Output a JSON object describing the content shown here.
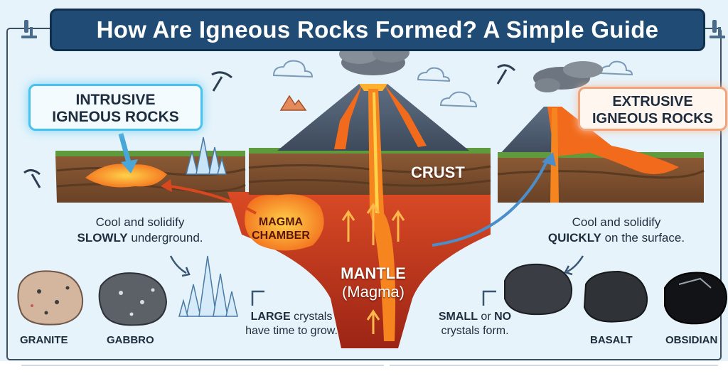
{
  "title": "How Are Igneous Rocks Formed? A Simple Guide",
  "intrusive": {
    "line1": "INTRUSIVE",
    "line2": "IGNEOUS ROCKS"
  },
  "extrusive": {
    "line1": "EXTRUSIVE",
    "line2": "IGNEOUS ROCKS"
  },
  "labels": {
    "crust": "CRUST",
    "magma_chamber_1": "MAGMA",
    "magma_chamber_2": "CHAMBER",
    "mantle_1": "MANTLE",
    "mantle_2": "(Magma)"
  },
  "left_note": {
    "line1": "Cool and solidify",
    "line2_bold": "SLOWLY",
    "line2_rest": " underground."
  },
  "right_note": {
    "line1": "Cool and solidify",
    "line2_bold": "QUICKLY",
    "line2_rest": " on the surface."
  },
  "large_crystals": {
    "bold": "LARGE",
    "rest1": " crystals",
    "line2": "have time to grow."
  },
  "small_crystals": {
    "bold1": "SMALL",
    "mid": " or ",
    "bold2": "NO",
    "line2": "crystals form."
  },
  "rocks": [
    "GRANITE",
    "GABBRO",
    "BASALT",
    "OBSIDIAN"
  ],
  "colors": {
    "title_bg": "#1f4b74",
    "intrusive_border": "#49c1ee",
    "extrusive_border": "#f3a37a",
    "magma": "#f26a1b",
    "crust": "#8a5a36",
    "mantle": "#b8311d",
    "background": "#e6f3fb"
  },
  "icons": [
    "microscope-icon",
    "pickaxe-icon",
    "crystal-icon",
    "volcano-icon",
    "rock-icon"
  ]
}
